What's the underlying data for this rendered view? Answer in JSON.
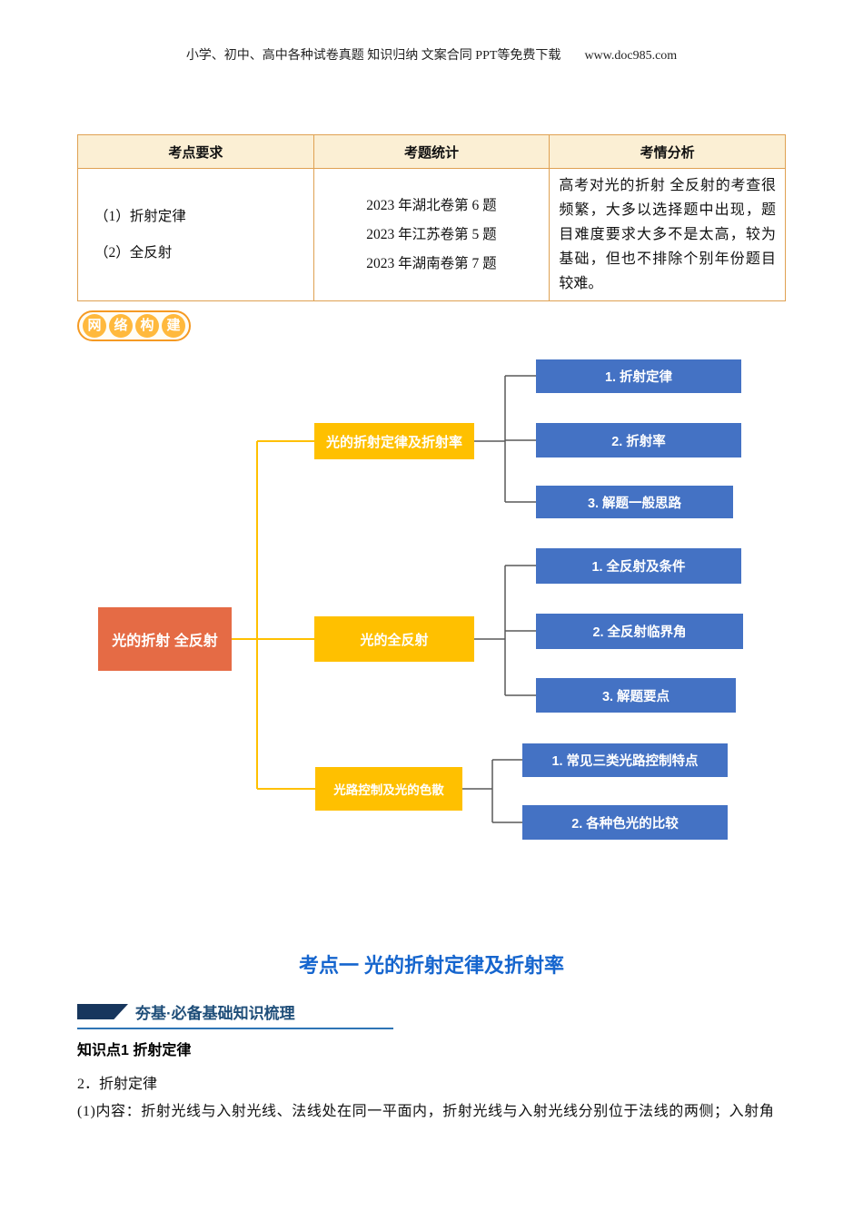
{
  "page": {
    "header_line": "小学、初中、高中各种试卷真题 知识归纳 文案合同 PPT等免费下载",
    "header_url": "www.doc985.com"
  },
  "table": {
    "headers": [
      "考点要求",
      "考题统计",
      "考情分析"
    ],
    "points": [
      "（1）折射定律",
      "（2）全反射"
    ],
    "stats": [
      "2023 年湖北卷第 6 题",
      "2023 年江苏卷第 5 题",
      "2023 年湖南卷第 7 题"
    ],
    "analysis": "高考对光的折射 全反射的考查很频繁，大多以选择题中出现，题目难度要求大多不是太高，较为基础，但也不排除个别年份题目较难。"
  },
  "badge": {
    "chars": [
      "网",
      "络",
      "构",
      "建"
    ]
  },
  "mindmap": {
    "root": "光的折射 全反射",
    "branches": [
      {
        "label": "光的折射定律及折射率",
        "children": [
          "1. 折射定律",
          "2. 折射率",
          "3. 解题一般思路"
        ]
      },
      {
        "label": "光的全反射",
        "children": [
          "1. 全反射及条件",
          "2. 全反射临界角",
          "3. 解题要点"
        ]
      },
      {
        "label": "光路控制及光的色散",
        "children": [
          "1. 常见三类光路控制特点",
          "2. 各种色光的比较"
        ]
      }
    ]
  },
  "section": {
    "title": "考点一 光的折射定律及折射率",
    "subheader": "夯基·必备基础知识梳理"
  },
  "content": {
    "knowledge_point": "知识点1 折射定律",
    "item2": "2．折射定律",
    "line1": "(1)内容：折射光线与入射光线、法线处在同一平面内，折射光线与入射光线分别位于法线的两侧；入射角"
  },
  "colors": {
    "table_header_bg": "#FBEFD4",
    "table_border": "#DFA152",
    "badge_border_orange": "#F59A23",
    "badge_circle_yellow": "#FFB93D",
    "root_orange": "#E56B45",
    "branch_yellow": "#FFC000",
    "leaf_blue": "#4472C4",
    "section_blue": "#1565CE",
    "subheader_navy": "#1F4E79",
    "underline_blue": "#2E74B5"
  }
}
